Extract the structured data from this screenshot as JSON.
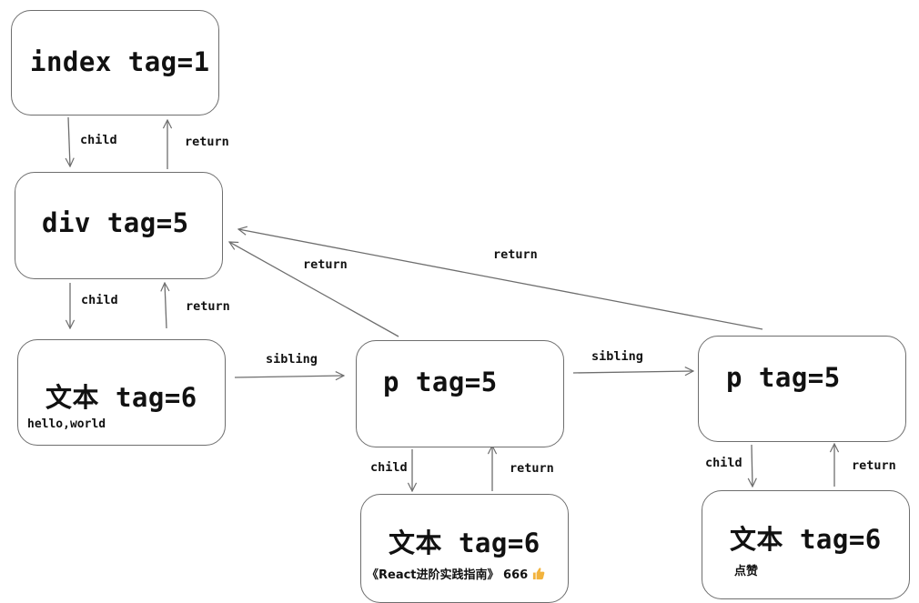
{
  "nodes": {
    "index": {
      "title": "index tag=1"
    },
    "div": {
      "title": "div tag=5"
    },
    "text1": {
      "title": "文本 tag=6",
      "sub": "hello,world"
    },
    "p1": {
      "title": "p tag=5"
    },
    "p2": {
      "title": "p tag=5"
    },
    "text2": {
      "title": "文本 tag=6",
      "sub": "《React进阶实践指南》 666",
      "sub_icon": "thumbs-up-icon"
    },
    "text3": {
      "title": "文本 tag=6",
      "sub": "点赞"
    }
  },
  "edges": {
    "index_div_child": "child",
    "div_index_return": "return",
    "div_text1_child": "child",
    "text1_div_return": "return",
    "text1_p1_sibling": "sibling",
    "p1_div_return": "return",
    "p1_p2_sibling": "sibling",
    "p2_div_return": "return",
    "p1_text2_child": "child",
    "text2_p1_return": "return",
    "p2_text3_child": "child",
    "text3_p2_return": "return"
  },
  "colors": {
    "stroke": "#6e6e6e",
    "text": "#111111",
    "background": "#ffffff",
    "thumb": "#f2b33d"
  }
}
